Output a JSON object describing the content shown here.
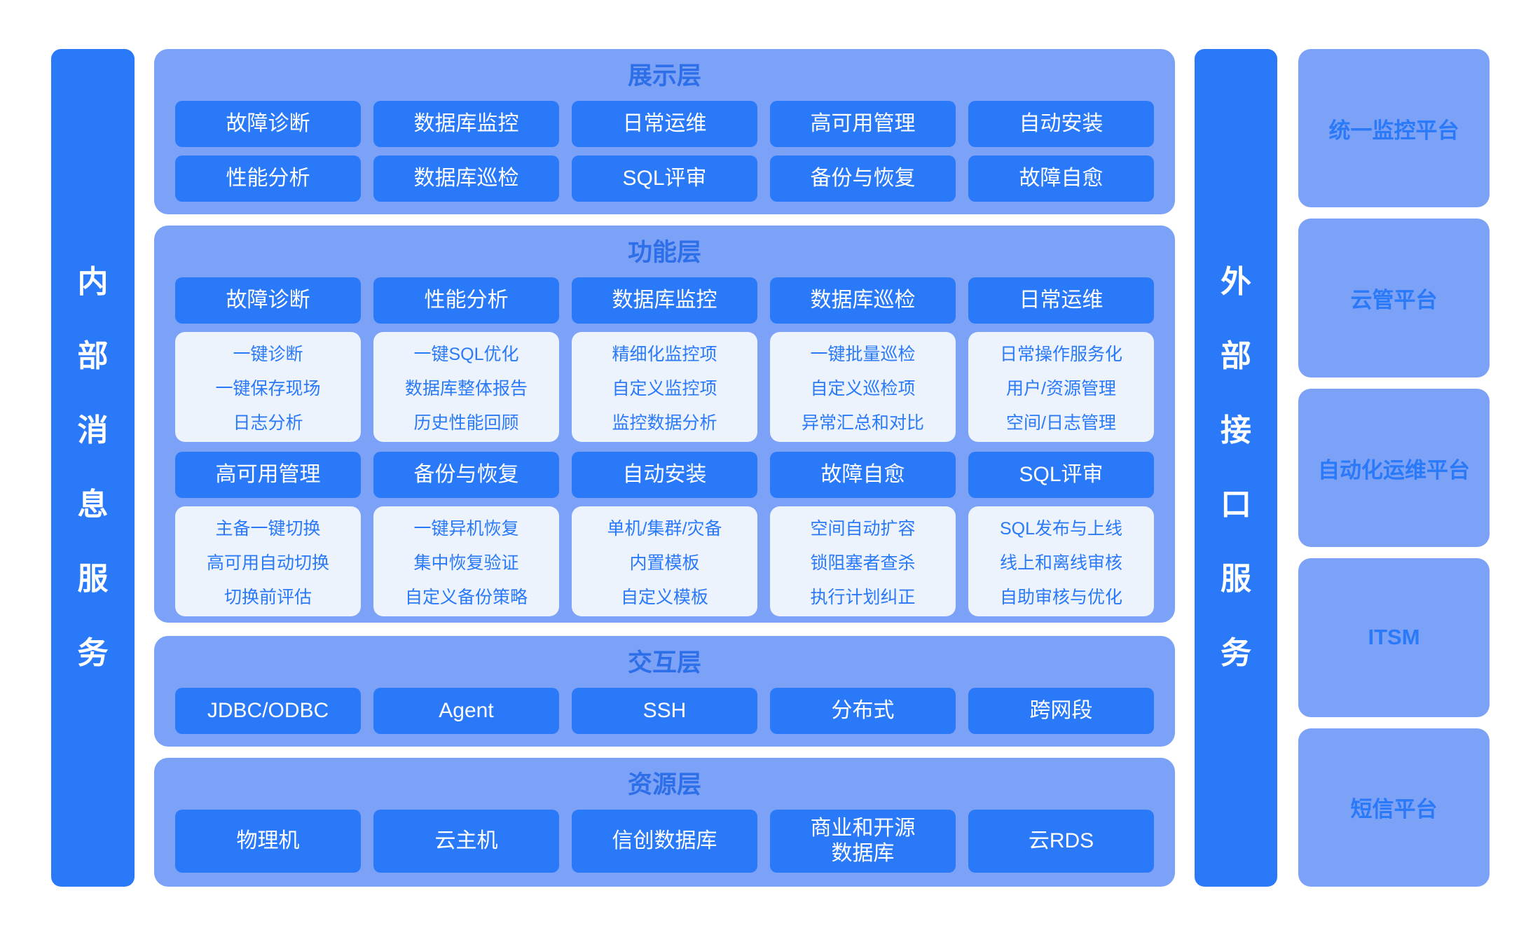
{
  "colors": {
    "accent": "#2979F8",
    "panel": "#7CA2F7",
    "detail_bg": "#EDF3FD",
    "title_text": "#2D6FE8",
    "page_bg": "#FFFFFF"
  },
  "left_bar": {
    "label": "内部消息服务",
    "chars": [
      "内",
      "部",
      "消",
      "息",
      "服",
      "务"
    ]
  },
  "right_bar": {
    "label": "外部接口服务",
    "chars": [
      "外",
      "部",
      "接",
      "口",
      "服",
      "务"
    ]
  },
  "layers": {
    "presentation": {
      "title": "展示层",
      "rows": [
        [
          "故障诊断",
          "数据库监控",
          "日常运维",
          "高可用管理",
          "自动安装"
        ],
        [
          "性能分析",
          "数据库巡检",
          "SQL评审",
          "备份与恢复",
          "故障自愈"
        ]
      ]
    },
    "function": {
      "title": "功能层",
      "groups": [
        {
          "headers": [
            "故障诊断",
            "性能分析",
            "数据库监控",
            "数据库巡检",
            "日常运维"
          ],
          "details": [
            [
              "一键诊断",
              "一键保存现场",
              "日志分析"
            ],
            [
              "一键SQL优化",
              "数据库整体报告",
              "历史性能回顾"
            ],
            [
              "精细化监控项",
              "自定义监控项",
              "监控数据分析"
            ],
            [
              "一键批量巡检",
              "自定义巡检项",
              "异常汇总和对比"
            ],
            [
              "日常操作服务化",
              "用户/资源管理",
              "空间/日志管理"
            ]
          ]
        },
        {
          "headers": [
            "高可用管理",
            "备份与恢复",
            "自动安装",
            "故障自愈",
            "SQL评审"
          ],
          "details": [
            [
              "主备一键切换",
              "高可用自动切换",
              "切换前评估"
            ],
            [
              "一键异机恢复",
              "集中恢复验证",
              "自定义备份策略"
            ],
            [
              "单机/集群/灾备",
              "内置模板",
              "自定义模板"
            ],
            [
              "空间自动扩容",
              "锁阻塞者查杀",
              "执行计划纠正"
            ],
            [
              "SQL发布与上线",
              "线上和离线审核",
              "自助审核与优化"
            ]
          ]
        }
      ]
    },
    "interaction": {
      "title": "交互层",
      "items": [
        "JDBC/ODBC",
        "Agent",
        "SSH",
        "分布式",
        "跨网段"
      ]
    },
    "resource": {
      "title": "资源层",
      "items": [
        [
          "物理机"
        ],
        [
          "云主机"
        ],
        [
          "信创数据库"
        ],
        [
          "商业和开源",
          "数据库"
        ],
        [
          "云RDS"
        ]
      ]
    }
  },
  "external_platforms": [
    "统一监控平台",
    "云管平台",
    "自动化运维平台",
    "ITSM",
    "短信平台"
  ]
}
